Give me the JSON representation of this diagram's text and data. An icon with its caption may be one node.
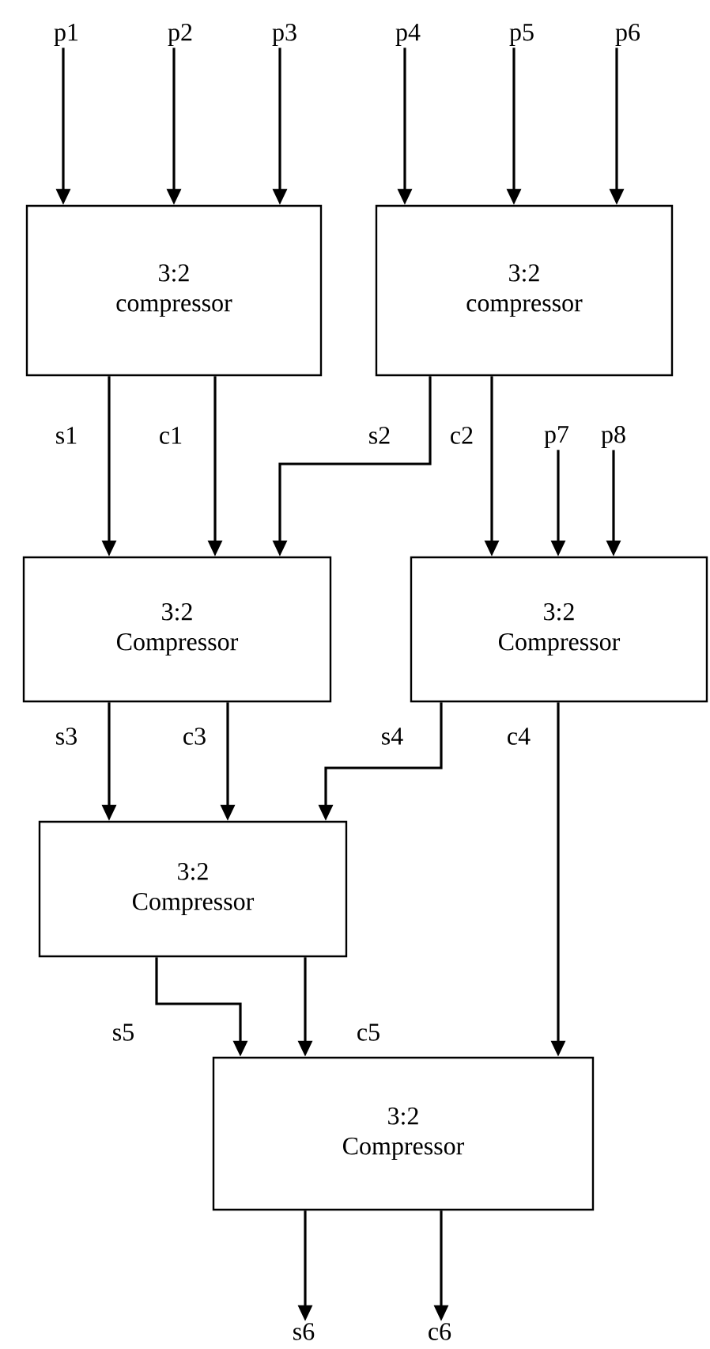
{
  "diagram": {
    "nodes": [
      {
        "text": [
          "p1"
        ]
      },
      {
        "text": [
          "p2"
        ]
      },
      {
        "text": [
          "p3"
        ]
      },
      {
        "text": [
          "p4"
        ]
      },
      {
        "text": [
          "p5"
        ]
      },
      {
        "text": [
          "p6"
        ]
      },
      {
        "text": [
          "3:2 compressor"
        ]
      },
      {
        "text": [
          "3:2 compressor"
        ]
      },
      {
        "text": [
          "p7"
        ]
      },
      {
        "text": [
          "p8"
        ]
      },
      {
        "text": [
          "3:2 Compressor"
        ]
      },
      {
        "text": [
          "3:2 Compressor"
        ]
      },
      {
        "text": [
          "3:2 Compressor"
        ]
      },
      {
        "text": [
          "3:2 Compressor"
        ]
      },
      {
        "text": [
          "s6"
        ]
      },
      {
        "text": [
          "c6"
        ]
      }
    ],
    "edges": [
      {
        "from": 0,
        "to": 6,
        "arrow": "to"
      },
      {
        "from": 1,
        "to": 6,
        "arrow": "to"
      },
      {
        "from": 2,
        "to": 6,
        "arrow": "to"
      },
      {
        "from": 3,
        "to": 7,
        "arrow": "to"
      },
      {
        "from": 4,
        "to": 7,
        "arrow": "to"
      },
      {
        "from": 5,
        "to": 7,
        "arrow": "to"
      },
      {
        "from": 6,
        "to": 10,
        "arrow": "to",
        "label": "s1"
      },
      {
        "from": 6,
        "to": 10,
        "arrow": "to",
        "label": "c1"
      },
      {
        "from": 7,
        "to": 10,
        "arrow": "to",
        "label": "s2"
      },
      {
        "from": 7,
        "to": 11,
        "arrow": "to",
        "label": "c2"
      },
      {
        "from": 8,
        "to": 11,
        "arrow": "to"
      },
      {
        "from": 9,
        "to": 11,
        "arrow": "to"
      },
      {
        "from": 10,
        "to": 12,
        "arrow": "to",
        "label": "s3"
      },
      {
        "from": 10,
        "to": 12,
        "arrow": "to",
        "label": "c3"
      },
      {
        "from": 11,
        "to": 12,
        "arrow": "to",
        "label": "s4"
      },
      {
        "from": 11,
        "to": 13,
        "arrow": "to",
        "label": "c4"
      },
      {
        "from": 12,
        "to": 13,
        "arrow": "to",
        "label": "s5"
      },
      {
        "from": 12,
        "to": 13,
        "arrow": "to",
        "label": "c5"
      },
      {
        "from": 13,
        "to": 14,
        "arrow": "to"
      },
      {
        "from": 13,
        "to": 15,
        "arrow": "to"
      }
    ]
  }
}
